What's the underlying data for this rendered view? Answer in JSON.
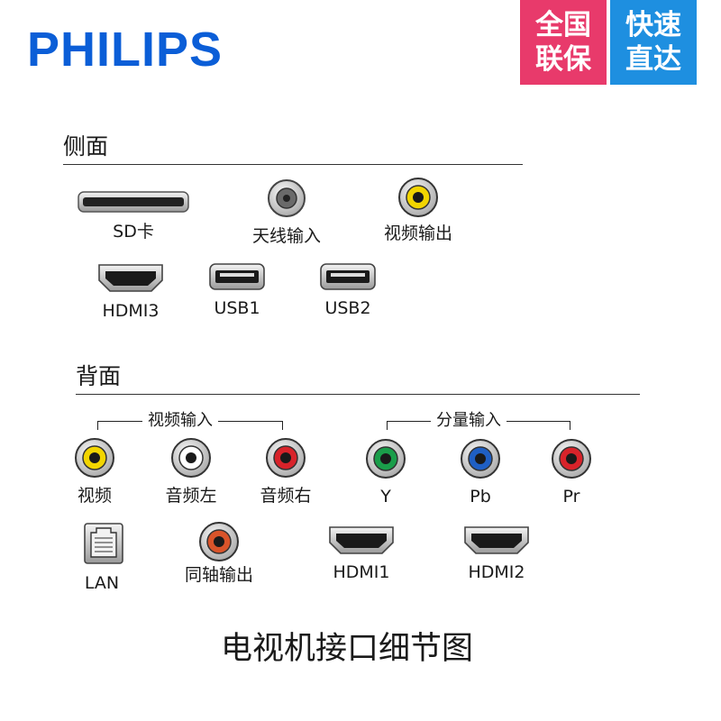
{
  "header": {
    "brand": "PHILIPS",
    "badge_warranty": [
      "全国",
      "联保"
    ],
    "badge_delivery": [
      "快速",
      "直达"
    ]
  },
  "colors": {
    "brand_blue": "#0b5ed7",
    "badge_pink": "#e83a6b",
    "badge_blue": "#1e8fe0",
    "rca_yellow": "#f2d500",
    "rca_white": "#ffffff",
    "rca_red": "#d8232a",
    "rca_green": "#1a9e4a",
    "rca_blue": "#1f5fc4",
    "coax_orange": "#d9542a"
  },
  "side": {
    "title": "侧面",
    "ports": [
      {
        "label": "SD卡",
        "icon": "sd-card-slot-icon"
      },
      {
        "label": "天线输入",
        "icon": "antenna-coax-icon"
      },
      {
        "label": "视频输出",
        "icon": "rca-yellow-icon"
      },
      {
        "label": "HDMI3",
        "icon": "hdmi-port-icon"
      },
      {
        "label": "USB1",
        "icon": "usb-port-icon"
      },
      {
        "label": "USB2",
        "icon": "usb-port-icon"
      }
    ]
  },
  "back": {
    "title": "背面",
    "video_input_group": "视频输入",
    "component_group": "分量输入",
    "ports": [
      {
        "label": "视频",
        "icon": "rca-yellow-icon"
      },
      {
        "label": "音频左",
        "icon": "rca-white-icon"
      },
      {
        "label": "音频右",
        "icon": "rca-red-icon"
      },
      {
        "label": "Y",
        "icon": "rca-green-icon"
      },
      {
        "label": "Pb",
        "icon": "rca-blue-icon"
      },
      {
        "label": "Pr",
        "icon": "rca-red-icon"
      },
      {
        "label": "LAN",
        "icon": "ethernet-port-icon"
      },
      {
        "label": "同轴输出",
        "icon": "coaxial-output-icon"
      },
      {
        "label": "HDMI1",
        "icon": "hdmi-port-icon"
      },
      {
        "label": "HDMI2",
        "icon": "hdmi-port-icon"
      }
    ]
  },
  "caption": "电视机接口细节图"
}
